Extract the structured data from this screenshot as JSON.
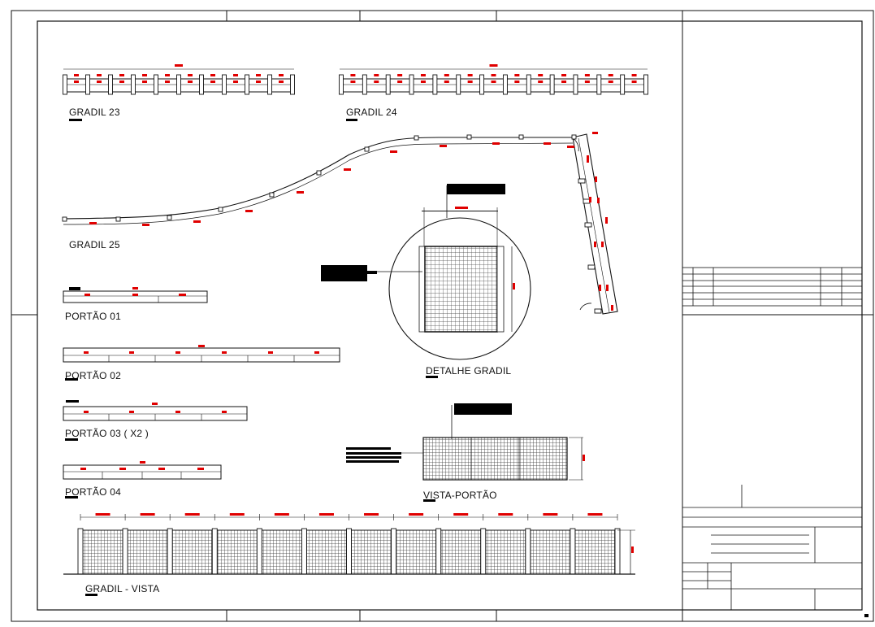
{
  "labels": {
    "gradil_23": "GRADIL 23",
    "gradil_24": "GRADIL 24",
    "gradil_25": "GRADIL 25",
    "portao_01": "PORTÃO 01",
    "portao_02": "PORTÃO 02",
    "portao_03": "PORTÃO 03    ( X2 )",
    "portao_04": "PORTÃO 04",
    "detalhe_gradil": "DETALHE GRADIL",
    "vista_portao": "VISTA-PORTÃO",
    "gradil_vista": "GRADIL - VISTA"
  },
  "colors": {
    "line": "#111111",
    "dimension_mark": "#e00000",
    "mesh": "#444444",
    "background": "#ffffff"
  },
  "counts": {
    "gradil_vista_panels": 12,
    "gradil_23_bays": 10,
    "gradil_24_bays": 13
  }
}
